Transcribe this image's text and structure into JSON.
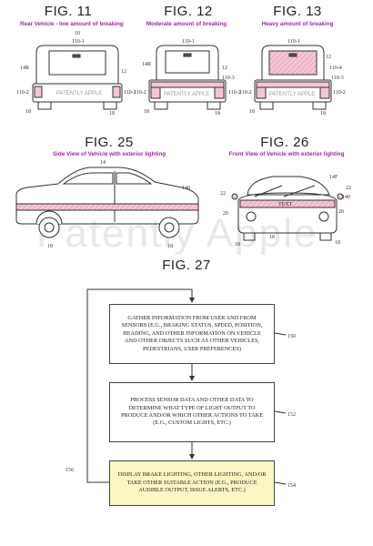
{
  "fig11": {
    "title": "FIG. 11",
    "subtitle": "Rear Vehicle - low amount of breaking"
  },
  "fig12": {
    "title": "FIG. 12",
    "subtitle": "Moderate amount of breaking"
  },
  "fig13": {
    "title": "FIG. 13",
    "subtitle": "Heavy amount of breaking"
  },
  "fig25": {
    "title": "FIG. 25",
    "subtitle": "Side View of Vehicle with exterior lighting"
  },
  "fig26": {
    "title": "FIG. 26",
    "subtitle": "Front View of Vehicle with exterior lighting"
  },
  "fig27": {
    "title": "FIG. 27"
  },
  "refs": {
    "r10": "10",
    "r110_1": "110-1",
    "r14R": "14R",
    "r12": "12",
    "r110_2": "110-2",
    "r18": "18",
    "r110_3": "110-3",
    "r110_4": "110-4",
    "r14": "14",
    "r140": "140",
    "r14F": "14F",
    "r22": "22",
    "r20": "20",
    "r150": "150",
    "r152": "152",
    "r154": "154",
    "r156": "156"
  },
  "car_text": "TEXT",
  "watermark": "Patently Apple",
  "watermark_small": "PATENTLY APPLE",
  "flow": {
    "step1": "GATHER INFORMATION FROM USER AND FROM SENSORS (E.G., BRAKING STATUS, SPEED, POSITION, HEADING, AND OTHER INFORMATION ON VEHICLE AND OTHER OBJECTS SUCH AS OTHER VEHICLES, PEDESTRIANS, USER PREFERENCES)",
    "step2": "PROCESS SENSOR DATA AND OTHER DATA TO DETERMINE WHAT TYPE OF LIGHT OUTPUT TO PRODUCE AND/OR WHICH OTHER ACTIONS TO TAKE (E.G., CUSTOM LIGHTS, ETC.)",
    "step3": "DISPLAY BRAKE LIGHTING, OTHER LIGHTING, AND/OR TAKE OTHER SUITABLE ACTION (E.G., PRODUCE AUDIBLE OUTPUT, ISSUE ALERTS, ETC.)"
  },
  "colors": {
    "light_fill": "#f4c6d3",
    "highlight_box": "#fbf6c4",
    "subtitle": "#9b2d9b"
  }
}
